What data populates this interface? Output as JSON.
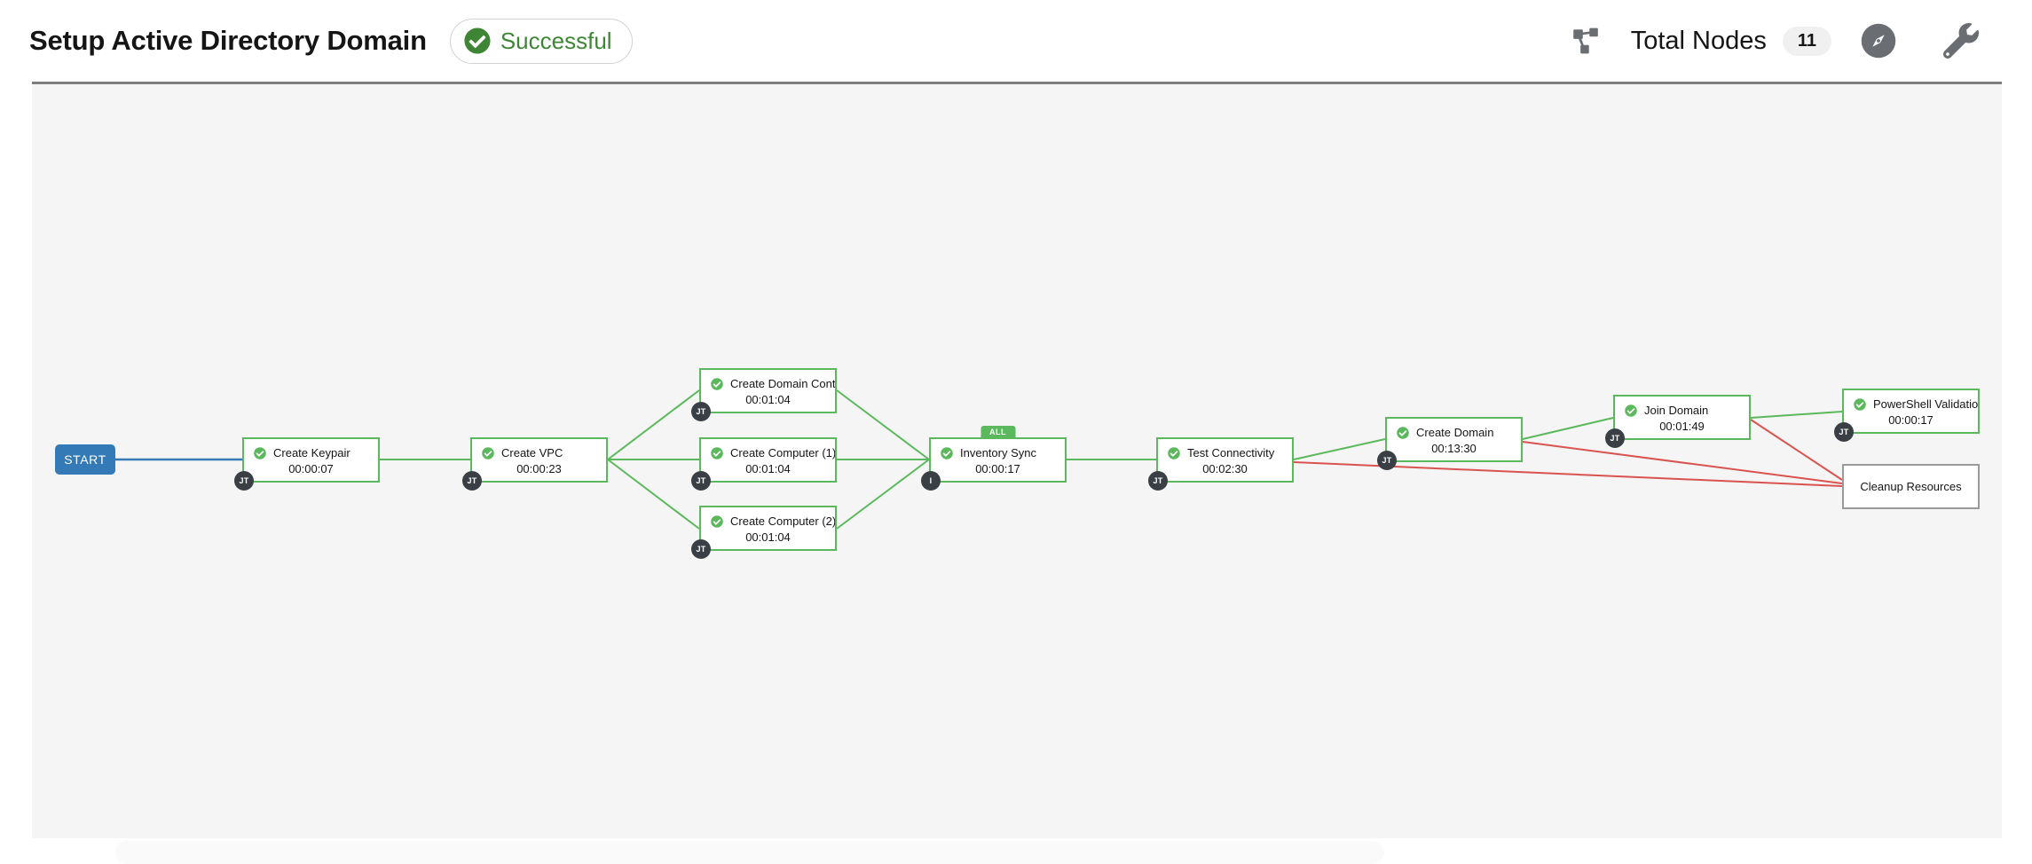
{
  "header": {
    "title": "Setup Active Directory Domain",
    "status": {
      "label": "Successful"
    },
    "total_nodes": {
      "label": "Total Nodes",
      "count": "11"
    },
    "icons": [
      "sitemap-icon",
      "compass-icon",
      "wrench-icon"
    ]
  },
  "workflow": {
    "start_label": "START",
    "nodes": [
      {
        "name": "Create Keypair",
        "elapsed": "00:00:07",
        "badge": "JT"
      },
      {
        "name": "Create VPC",
        "elapsed": "00:00:23",
        "badge": "JT"
      },
      {
        "name": "Create Domain Contr...",
        "elapsed": "00:01:04",
        "badge": "JT"
      },
      {
        "name": "Create Computer (1)",
        "elapsed": "00:01:04",
        "badge": "JT"
      },
      {
        "name": "Create Computer (2)",
        "elapsed": "00:01:04",
        "badge": "JT"
      },
      {
        "name": "Inventory Sync",
        "elapsed": "00:00:17",
        "badge": "I",
        "convergence": "ALL"
      },
      {
        "name": "Test Connectivity",
        "elapsed": "00:02:30",
        "badge": "JT"
      },
      {
        "name": "Create Domain",
        "elapsed": "00:13:30",
        "badge": "JT"
      },
      {
        "name": "Join Domain",
        "elapsed": "00:01:49",
        "badge": "JT"
      },
      {
        "name": "PowerShell Validation",
        "elapsed": "00:00:17",
        "badge": "JT"
      },
      {
        "name": "Cleanup Resources"
      }
    ]
  },
  "colors": {
    "success_green": "#5cb85c",
    "status_text_green": "#3e8635",
    "failure_red": "#d9534f",
    "start_blue": "#337ab7",
    "node_badge_dark": "#393f44",
    "icon_gray": "#6a6e73",
    "canvas_bg": "#f5f5f5"
  }
}
